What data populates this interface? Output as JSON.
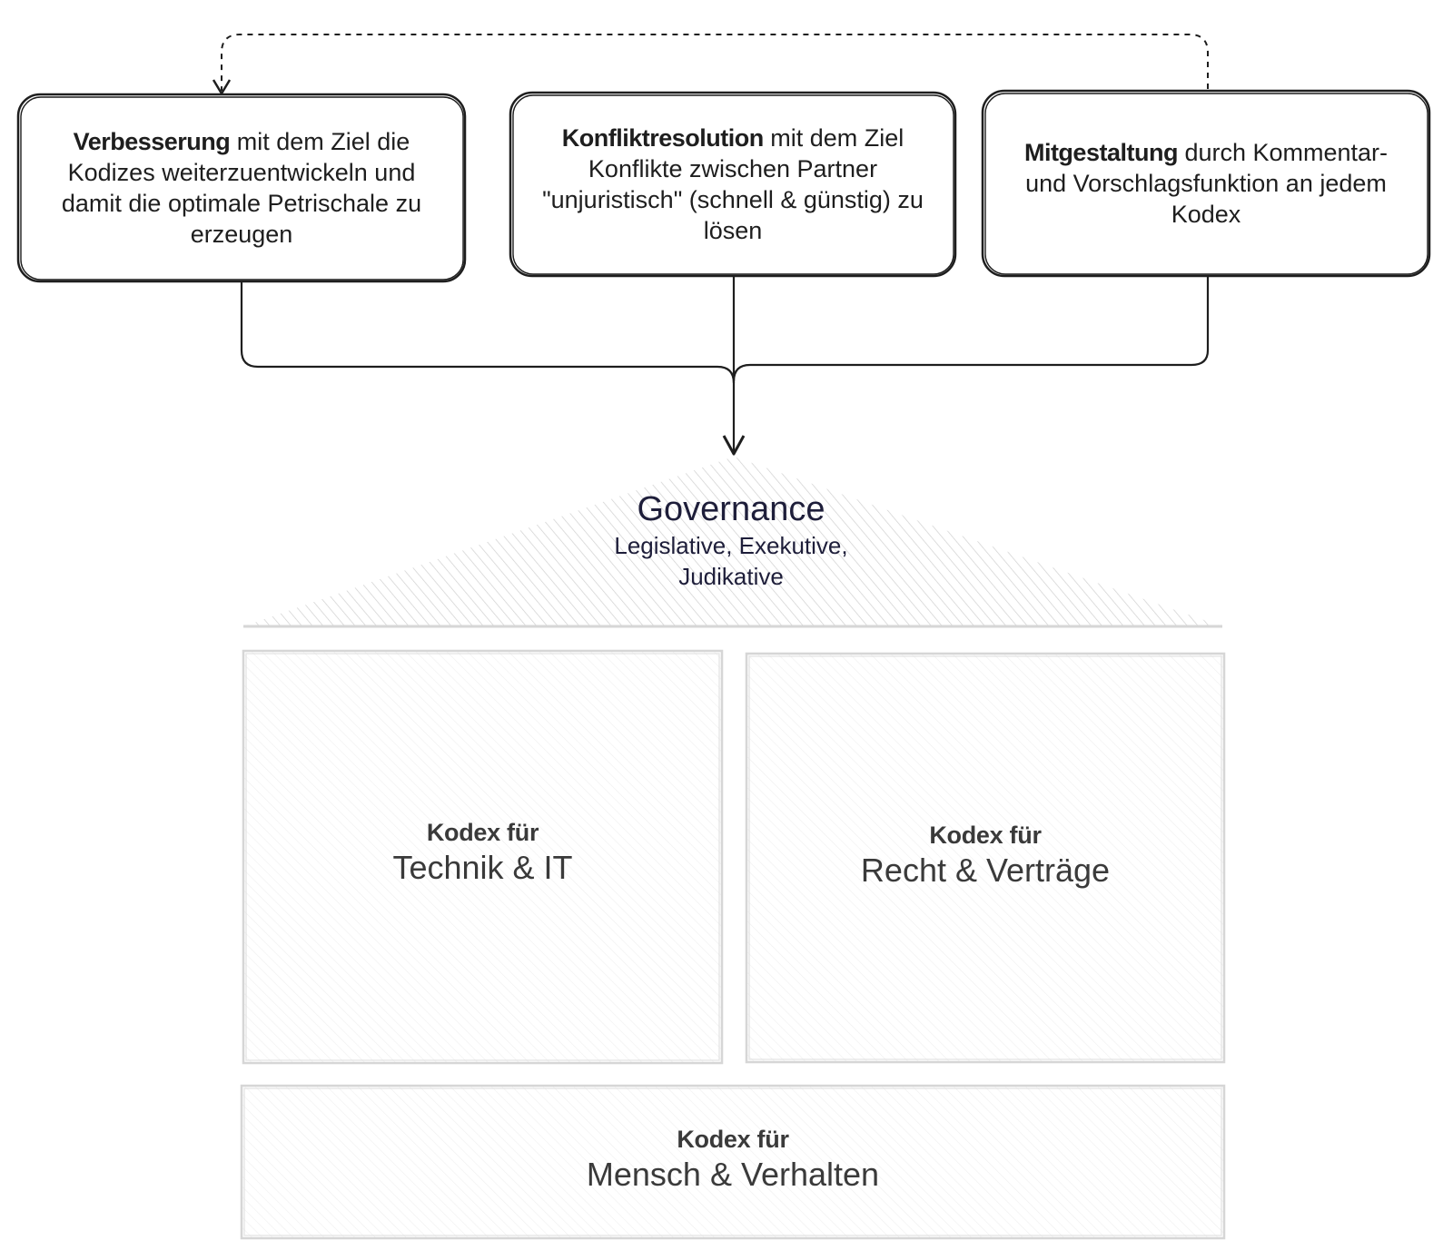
{
  "feedback_boxes": [
    {
      "bold": "Verbesserung",
      "rest": " mit dem Ziel die Kodizes weiterzuentwickeln und damit die optimale Petrischale zu erzeugen"
    },
    {
      "bold": "Konfliktresolution",
      "rest": " mit dem Ziel Konflikte zwischen Partner \"unjuristisch\" (schnell & günstig) zu lösen"
    },
    {
      "bold": "Mitgestaltung",
      "rest": " durch Kommentar- und Vorschlagsfunktion an jedem Kodex"
    }
  ],
  "governance": {
    "title": "Governance",
    "subtitle_line1": "Legislative, Exekutive,",
    "subtitle_line2": "Judikative"
  },
  "pillars": [
    {
      "prefix": "Kodex für",
      "name": "Technik & IT"
    },
    {
      "prefix": "Kodex für",
      "name": "Recht & Verträge"
    }
  ],
  "foundation": {
    "prefix": "Kodex für",
    "name": "Mensch & Verhalten"
  },
  "colors": {
    "stroke": "#1e1e1e",
    "hatch": "#cfcfcf",
    "light_stroke": "#d6d6d6",
    "text": "#1e1e1e"
  }
}
